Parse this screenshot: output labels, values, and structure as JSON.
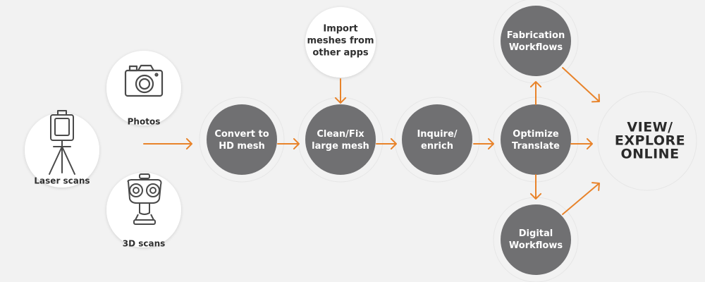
{
  "colors": {
    "background": "#f2f2f2",
    "node_fill": "#707072",
    "source_fill": "#ffffff",
    "arrow": "#e8832a",
    "icon_stroke": "#4a4a4a"
  },
  "sources": {
    "laser": {
      "label": "Laser scans",
      "icon": "laser-scanner-icon"
    },
    "photos": {
      "label": "Photos",
      "icon": "camera-icon"
    },
    "scans3d": {
      "label": "3D scans",
      "icon": "handheld-3d-scanner-icon"
    }
  },
  "import": {
    "line1": "Import",
    "line2": "meshes from",
    "line3": "other apps"
  },
  "steps": {
    "convert": {
      "line1": "Convert to",
      "line2": "HD mesh"
    },
    "clean": {
      "line1": "Clean/Fix",
      "line2": "large mesh"
    },
    "inquire": {
      "line1": "Inquire/",
      "line2": "enrich"
    },
    "optimize": {
      "line1": "Optimize",
      "line2": "Translate"
    }
  },
  "branches": {
    "fabrication": {
      "line1": "Fabrication",
      "line2": "Workflows"
    },
    "digital": {
      "line1": "Digital",
      "line2": "Workflows"
    }
  },
  "target": {
    "line1": "VIEW/",
    "line2": "EXPLORE",
    "line3": "ONLINE"
  }
}
